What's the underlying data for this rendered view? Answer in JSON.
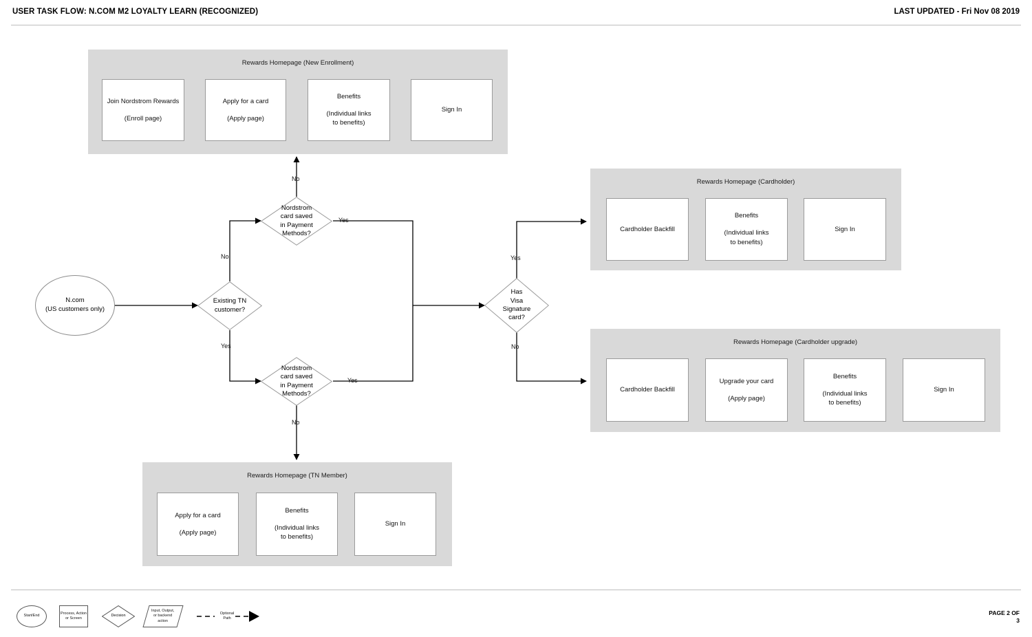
{
  "header": {
    "title": "USER TASK FLOW: N.COM M2 LOYALTY LEARN (RECOGNIZED)",
    "last_updated": "LAST UPDATED - Fri Nov 08 2019"
  },
  "colors": {
    "group_fill": "#d9d9d9",
    "node_fill": "#ffffff",
    "node_stroke": "#9a9a9a",
    "connector": "#000000",
    "page_bg": "#ffffff"
  },
  "start": {
    "label": "N.com\n(US customers only)"
  },
  "decisions": {
    "existing_tn": "Existing TN\ncustomer?",
    "card_saved_top": "Nordstrom\ncard saved\nin Payment\nMethods?",
    "card_saved_bottom": "Nordstrom\ncard saved\nin Payment\nMethods?",
    "visa_signature": "Has\nVisa\nSignature\ncard?"
  },
  "edge_labels": {
    "tn_no": "No",
    "tn_yes": "Yes",
    "top_card_no": "No",
    "top_card_yes": "Yes",
    "bottom_card_no": "No",
    "bottom_card_yes": "Yes",
    "visa_yes": "Yes",
    "visa_no": "No"
  },
  "groups": [
    {
      "id": "new-enrollment",
      "title": "Rewards Homepage (New Enrollment)",
      "boxes": [
        {
          "line1": "Join Nordstrom Rewards",
          "line2": "(Enroll page)"
        },
        {
          "line1": "Apply for a card",
          "line2": "(Apply page)"
        },
        {
          "line1": "Benefits",
          "line2": "(Individual links\nto benefits)"
        },
        {
          "line1": "Sign In",
          "line2": ""
        }
      ]
    },
    {
      "id": "cardholder",
      "title": "Rewards Homepage (Cardholder)",
      "boxes": [
        {
          "line1": "Cardholder Backfill",
          "line2": ""
        },
        {
          "line1": "Benefits",
          "line2": "(Individual links\nto benefits)"
        },
        {
          "line1": "Sign In",
          "line2": ""
        }
      ]
    },
    {
      "id": "cardholder-upgrade",
      "title": "Rewards Homepage (Cardholder upgrade)",
      "boxes": [
        {
          "line1": "Cardholder Backfill",
          "line2": ""
        },
        {
          "line1": "Upgrade your card",
          "line2": "(Apply page)"
        },
        {
          "line1": "Benefits",
          "line2": "(Individual links\nto benefits)"
        },
        {
          "line1": "Sign In",
          "line2": ""
        }
      ]
    },
    {
      "id": "tn-member",
      "title": "Rewards Homepage (TN Member)",
      "boxes": [
        {
          "line1": "Apply for a card",
          "line2": "(Apply page)"
        },
        {
          "line1": "Benefits",
          "line2": "(Individual links\nto benefits)"
        },
        {
          "line1": "Sign In",
          "line2": ""
        }
      ]
    }
  ],
  "legend": {
    "start_end": "Start/End",
    "process": "Process, Action\nor Screen",
    "decision": "Decision",
    "io": "Input, Output,\nor backend\naction",
    "optional_path": "Optional\nPath"
  },
  "footer": {
    "page": "PAGE 2 OF\n3"
  }
}
